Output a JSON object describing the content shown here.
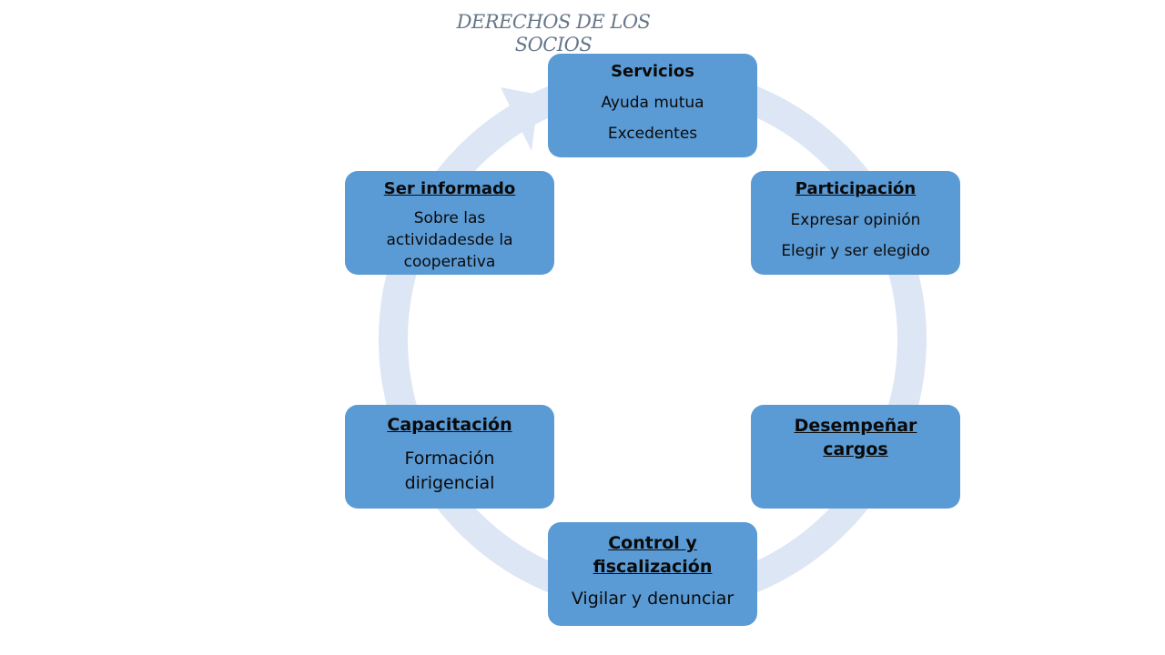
{
  "title": "DERECHOS DE LOS SOCIOS",
  "colors": {
    "node_fill": "#5b9bd5",
    "ring": "#dde6f4",
    "title": "#66768a"
  },
  "nodes": [
    {
      "id": "servicios",
      "heading": "Servicios",
      "lines": [
        "Ayuda mutua",
        "Excedentes"
      ]
    },
    {
      "id": "participacion",
      "heading": "Participación",
      "lines": [
        "Expresar opinión",
        "Elegir y ser elegido"
      ]
    },
    {
      "id": "desempenar",
      "heading": "Desempeñar cargos",
      "lines": []
    },
    {
      "id": "control",
      "heading": "Control y fiscalización",
      "lines": [
        "Vigilar y denunciar"
      ]
    },
    {
      "id": "capacitacion",
      "heading": "Capacitación",
      "lines": [
        "Formación dirigencial"
      ]
    },
    {
      "id": "informado",
      "heading": "Ser informado",
      "lines": [
        "Sobre las actividadesde la cooperativa"
      ]
    }
  ]
}
